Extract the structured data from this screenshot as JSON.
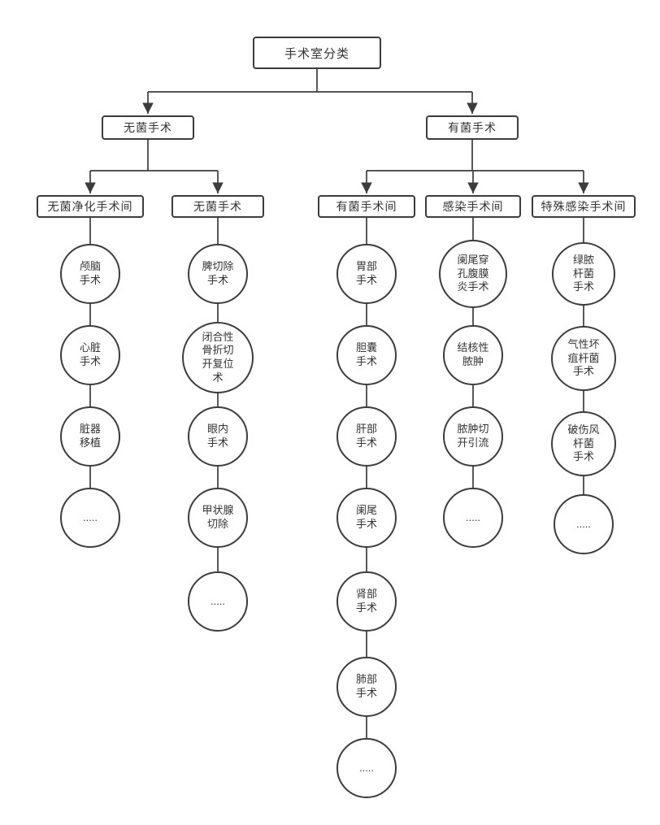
{
  "tree": {
    "root": {
      "label": "手术室分类"
    },
    "branches": [
      {
        "label": "无菌手术"
      },
      {
        "label": "有菌手术"
      }
    ],
    "columns": [
      {
        "header": "无菌净化手术间",
        "nodes": [
          "颅脑\n手术",
          "心脏\n手术",
          "脏器\n移植",
          "....."
        ]
      },
      {
        "header": "无菌手术",
        "nodes": [
          "脾切除\n手术",
          "闭合性\n骨折切\n开复位\n术",
          "眼内\n手术",
          "甲状腺\n切除",
          "....."
        ]
      },
      {
        "header": "有菌手术间",
        "nodes": [
          "胃部\n手术",
          "胆囊\n手术",
          "肝部\n手术",
          "阑尾\n手术",
          "肾部\n手术",
          "肺部\n手术",
          "....."
        ]
      },
      {
        "header": "感染手术间",
        "nodes": [
          "阑尾穿\n孔腹膜\n炎手术",
          "结核性\n脓肿",
          "脓肿切\n开引流",
          "....."
        ]
      },
      {
        "header": "特殊感染手术间",
        "nodes": [
          "绿脓\n杆菌\n手术",
          "气性坏\n疽杆菌\n手术",
          "破伤风\n杆菌\n手术",
          "....."
        ]
      }
    ]
  },
  "colors": {
    "stroke": "#3c3c3c",
    "text": "#333333",
    "background": "#ffffff"
  }
}
